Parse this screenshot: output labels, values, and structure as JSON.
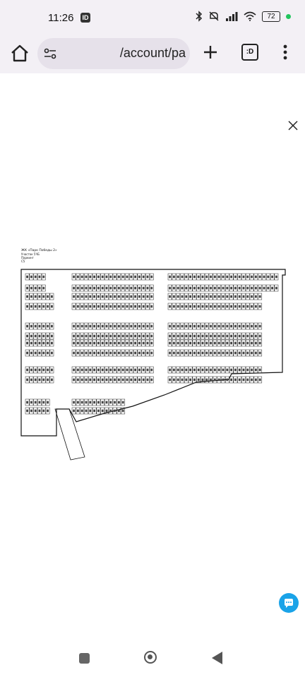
{
  "status_bar": {
    "time": "11:26",
    "app_badge": "ID",
    "battery": "72"
  },
  "toolbar": {
    "url": "/account/pa",
    "tabs_label": ":D"
  },
  "plan": {
    "title": "ЖК «Парк Победы 2»",
    "line2": "Участок 5ЧБ",
    "line3": "Паркинг",
    "line4": "С5"
  },
  "colors": {
    "bar_bg": "#f3f0f5",
    "url_bg": "#e6e1ea",
    "fab": "#1aa3e8",
    "battery_dot": "#22c55e"
  }
}
